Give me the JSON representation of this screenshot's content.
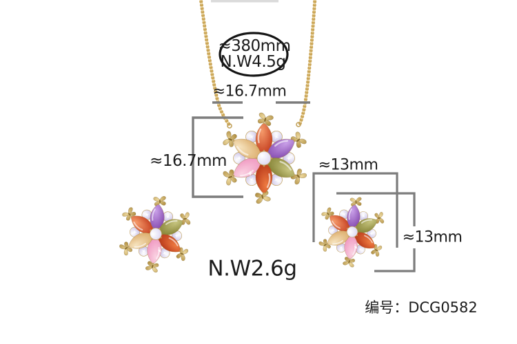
{
  "badge": {
    "length": "≈380mm",
    "weight": "N.W4.5g"
  },
  "pendant": {
    "width": "≈16.7mm",
    "height": "≈16.7mm"
  },
  "earrings": {
    "width": "≈13mm",
    "height": "≈13mm",
    "weight": "N.W2.6g"
  },
  "item_number": {
    "label": "编号：",
    "code": "DCG0582"
  },
  "colors": {
    "background": "#FFFFFF",
    "text": "#1B1B1B",
    "dimension_line": "#7C7C7C",
    "badge_outline": "#141414",
    "chain_gold": "#C8A14F",
    "chain_highlight": "#EDD9A4",
    "gems": {
      "red": [
        "#F59A6A",
        "#BF3417"
      ],
      "red_orange": [
        "#EE7A40",
        "#B02E14"
      ],
      "purple": [
        "#C9A0E8",
        "#7C3FA8"
      ],
      "olive": [
        "#C6C47E",
        "#7C7A2C"
      ],
      "pink": [
        "#FAD2E2",
        "#EE8FBC"
      ],
      "champagne": [
        "#F6E3BE",
        "#D8A560"
      ],
      "crystal": [
        "#FFFFFF",
        "#C7BFE8"
      ],
      "center": [
        "#FFFFFF",
        "#DAD4F2"
      ],
      "gold_metal": [
        "#EDD89E",
        "#AE8C3E"
      ]
    }
  }
}
